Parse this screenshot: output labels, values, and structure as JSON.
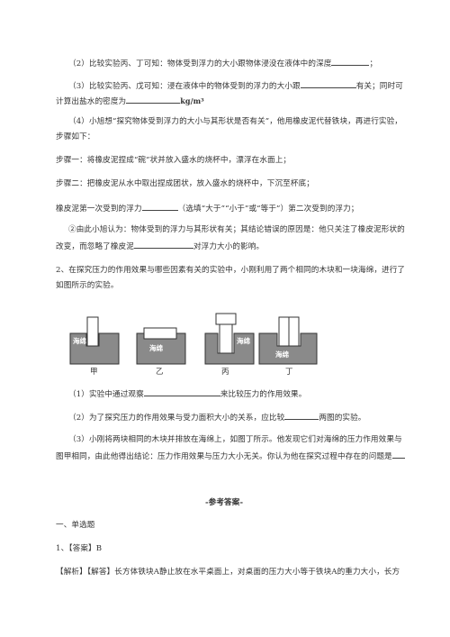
{
  "q1": {
    "p2": {
      "text": "（2）比较实验丙、丁可知：物体受到浮力的大小跟物体浸没在液体中的深度",
      "tail": "；"
    },
    "p3": {
      "text1": "（3）比较实验丙、戊可知：浸在液体中的物体受到的浮力的大小跟",
      "text2": "有关；同时可",
      "text3": "计算出盐水的密度为",
      "unit": "kg/m³"
    },
    "p4": {
      "line1": "（4）小旭想“探究物体受到浮力的大小与其形状是否有关”，他用橡皮泥代替铁块，再进行实验，",
      "line2": "步骤如下："
    },
    "step1": "步骤一：将橡皮泥捏成“碗”状并放入盛水的烧杯中，漂浮在水面上；",
    "step2": "步骤二：把橡皮泥从水中取出捏成团状，放入盛水的烧杯中，下沉至杯底；",
    "compare": {
      "text1": "橡皮泥第一次受到的浮力",
      "text2": "（选填“大于”“小于”或“等于”）第二次受到的浮力；"
    },
    "conclusion": {
      "line1": "②由此小旭认为：物体受到的浮力与其形状有关；其结论错误的原因是：他只关注了橡皮泥形状的",
      "line2a": "改变，而忽略了橡皮泥",
      "line2b": "对浮力大小的影响。"
    }
  },
  "q2": {
    "intro1": "2、在探究压力的作用效果与哪些因素有关的实验中，小刚利用了两个相同的木块和一块海绵，进行了",
    "intro2": "如图所示的实验。",
    "figure": {
      "sponge_label": "海绵",
      "captions": [
        "甲",
        "乙",
        "丙",
        "丁"
      ]
    },
    "p1": {
      "text1": "（1）实验中通过观察",
      "text2": "来比较压力的作用效果。"
    },
    "p2": {
      "text1": "（2）为了探究压力的作用效果与受力面积大小的关系，应比较",
      "text2": "两图的实验。"
    },
    "p3": {
      "line1": "（3）小刚将两块相同的木块并排放在海绵上，如图丁所示。他发现它们对海绵的压力作用效果与",
      "line2": "图甲相同，由此他得出结论：压力作用效果与压力大小无关。你认为他在探究过程中存在的问题是"
    }
  },
  "answers": {
    "heading": "-参考答案-",
    "section": "一、单选题",
    "item1": "1、【答案】B",
    "analysis": "【解析】【解答】长方体铁块A静止放在水平桌面上，对桌面的压力大小等于铁块A的重力大小，长方"
  }
}
